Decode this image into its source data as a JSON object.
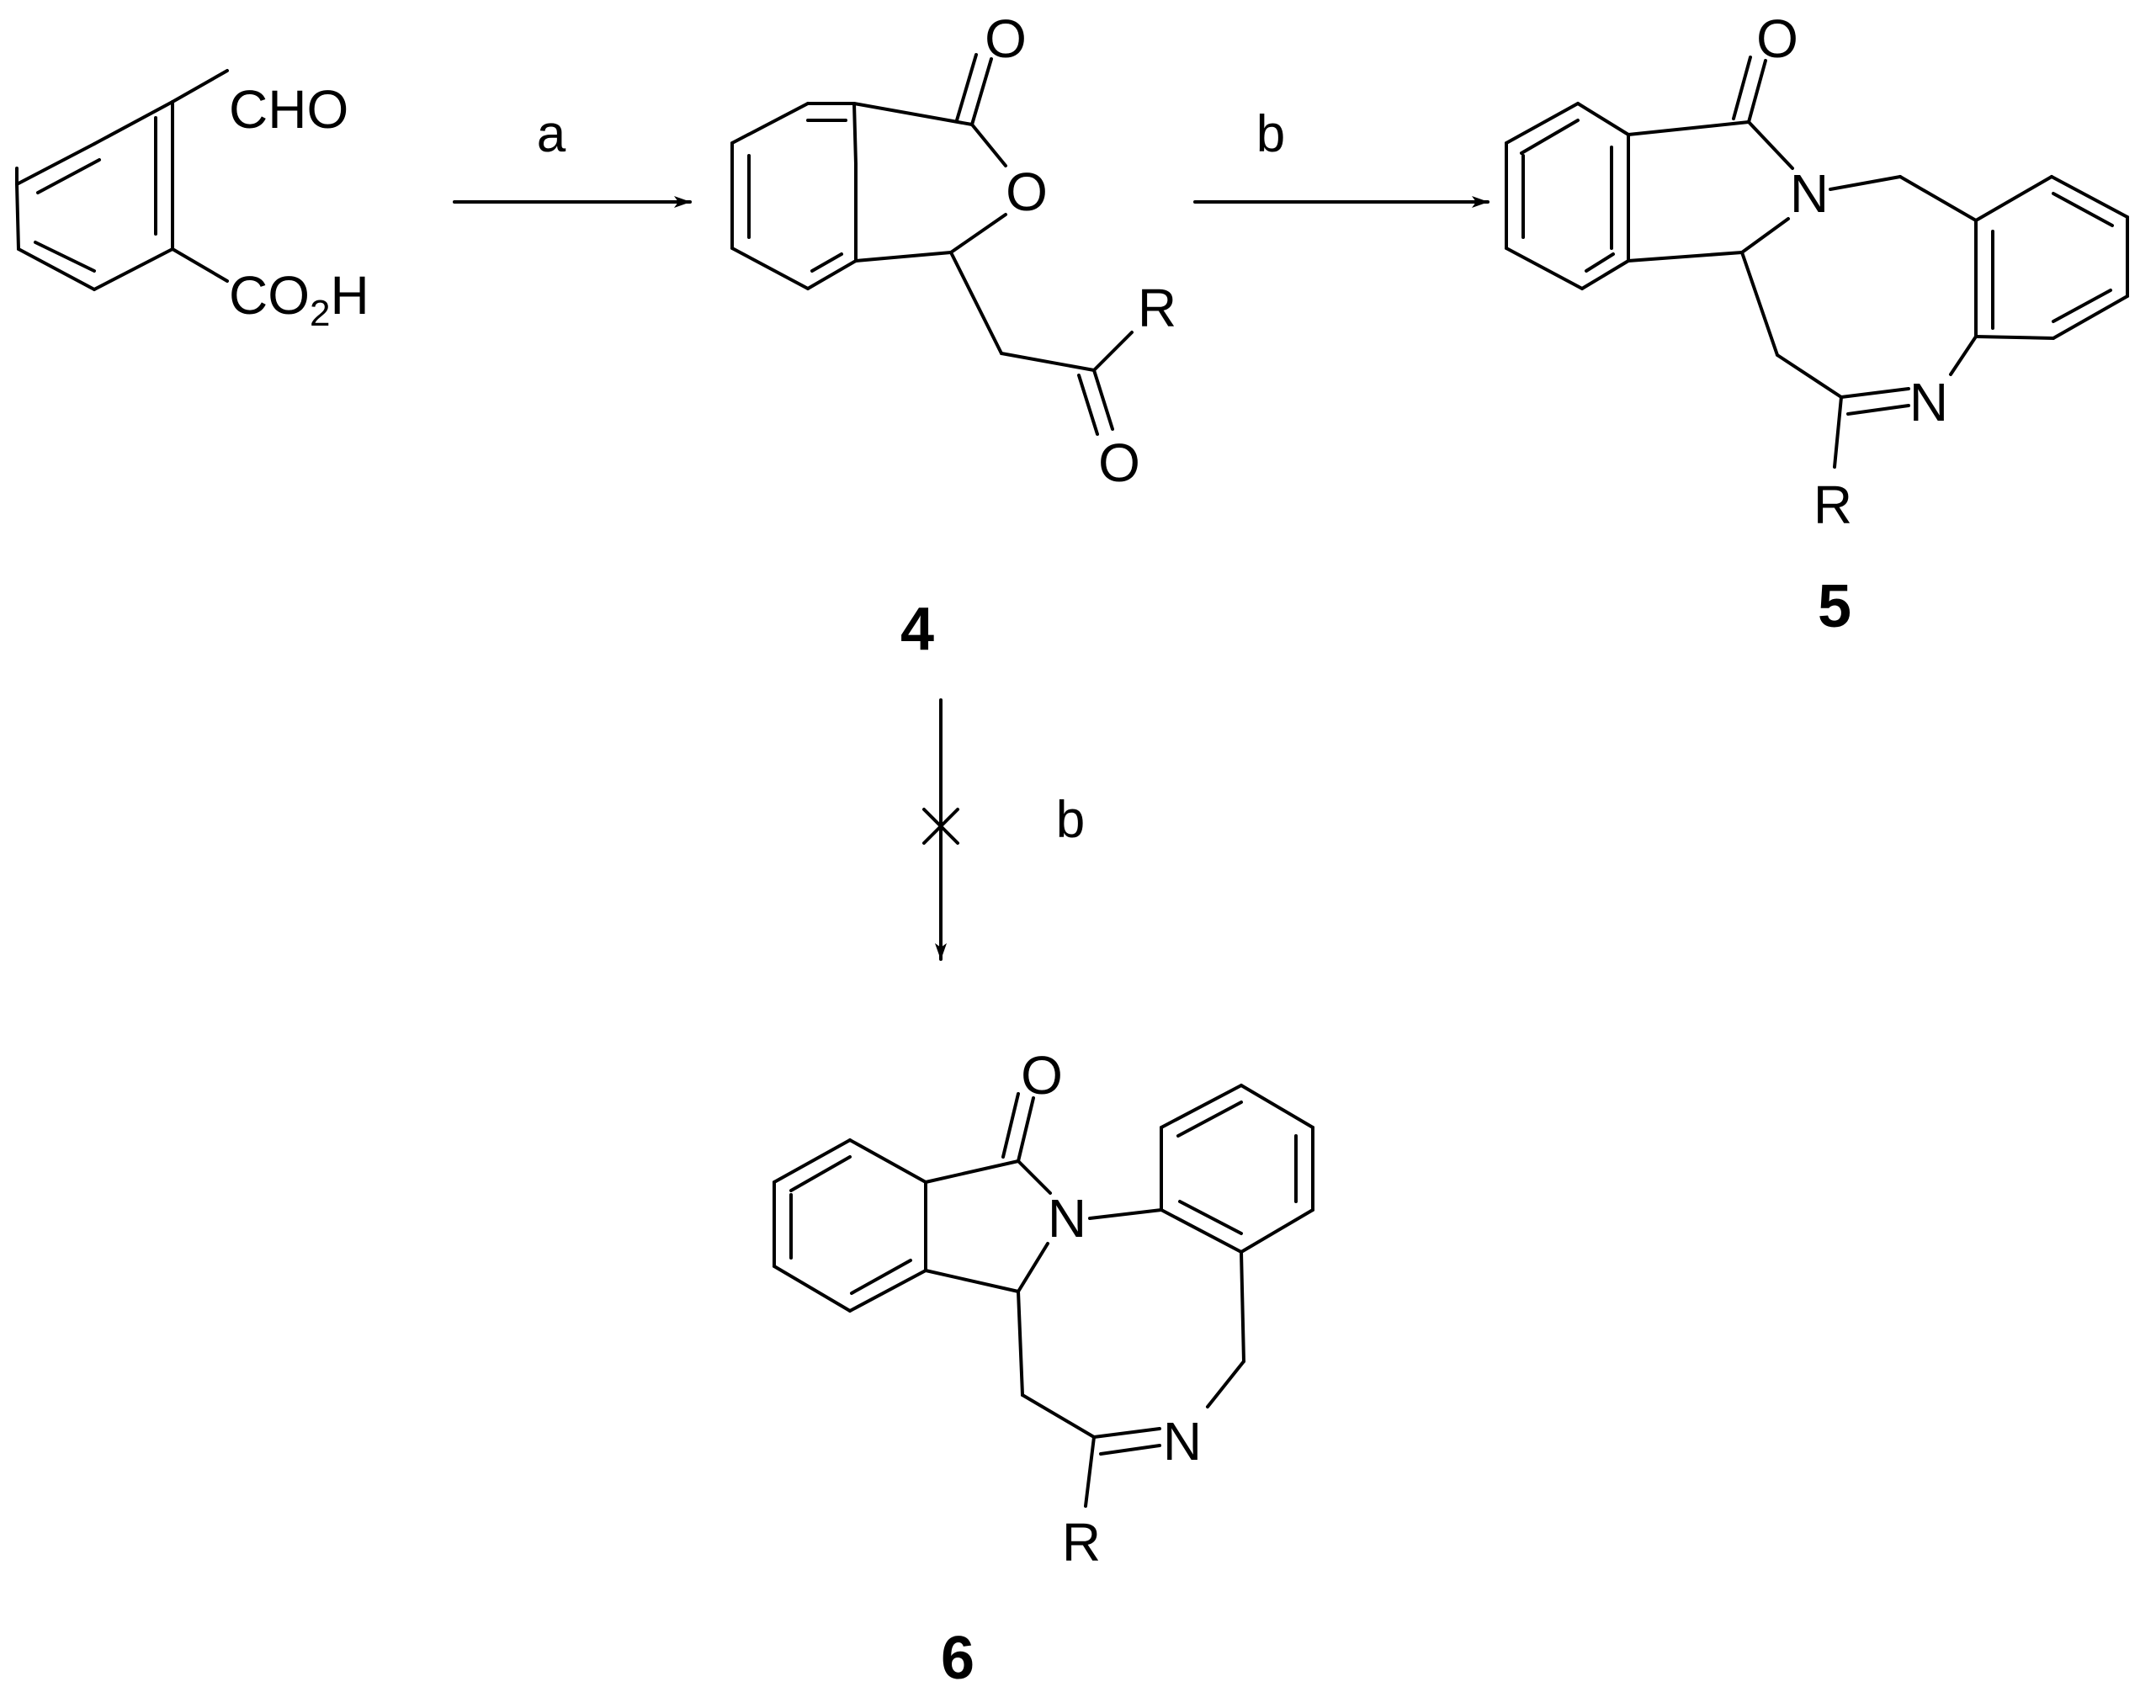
{
  "colors": {
    "ink": "#000000",
    "background": "#ffffff"
  },
  "reagent": {
    "aldehyde": "CHO",
    "acid_co": "CO",
    "acid_sub": "2",
    "acid_h": "H"
  },
  "compound_4": {
    "label": "4",
    "carbonyl_o": "O",
    "ring_o": "O",
    "side_r": "R",
    "side_o": "O"
  },
  "compound_5": {
    "label": "5",
    "carbonyl_o": "O",
    "amide_n": "N",
    "imine_n": "N",
    "r_group": "R"
  },
  "compound_6": {
    "label": "6",
    "carbonyl_o": "O",
    "amide_n": "N",
    "imine_n": "N",
    "r_group": "R"
  },
  "arrows": {
    "step_a": {
      "label": "a",
      "blocked": false
    },
    "step_b_top": {
      "label": "b",
      "blocked": false
    },
    "step_b_down": {
      "label": "b",
      "blocked": true
    }
  }
}
